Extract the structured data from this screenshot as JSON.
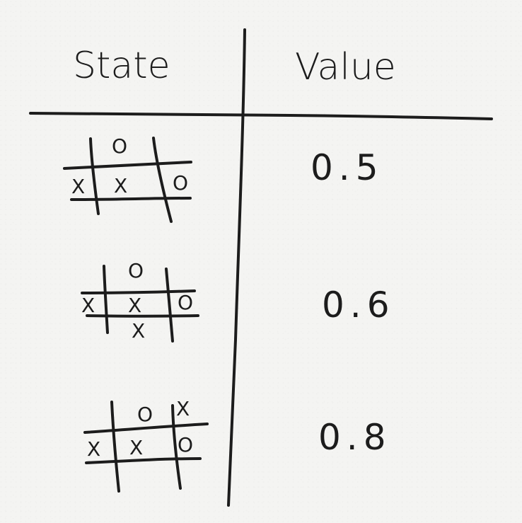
{
  "table": {
    "headers": {
      "state": "State",
      "value": "Value"
    },
    "rows": [
      {
        "board": [
          [
            "",
            "O",
            ""
          ],
          [
            "X",
            "X",
            "O"
          ],
          [
            "",
            "",
            ""
          ]
        ],
        "value": "0.5"
      },
      {
        "board": [
          [
            "",
            "O",
            ""
          ],
          [
            "X",
            "X",
            "O"
          ],
          [
            "",
            "X",
            ""
          ]
        ],
        "value": "0.6"
      },
      {
        "board": [
          [
            "",
            "O",
            "X"
          ],
          [
            "X",
            "X",
            "O"
          ],
          [
            "",
            "",
            ""
          ]
        ],
        "value": "0.8"
      }
    ]
  }
}
